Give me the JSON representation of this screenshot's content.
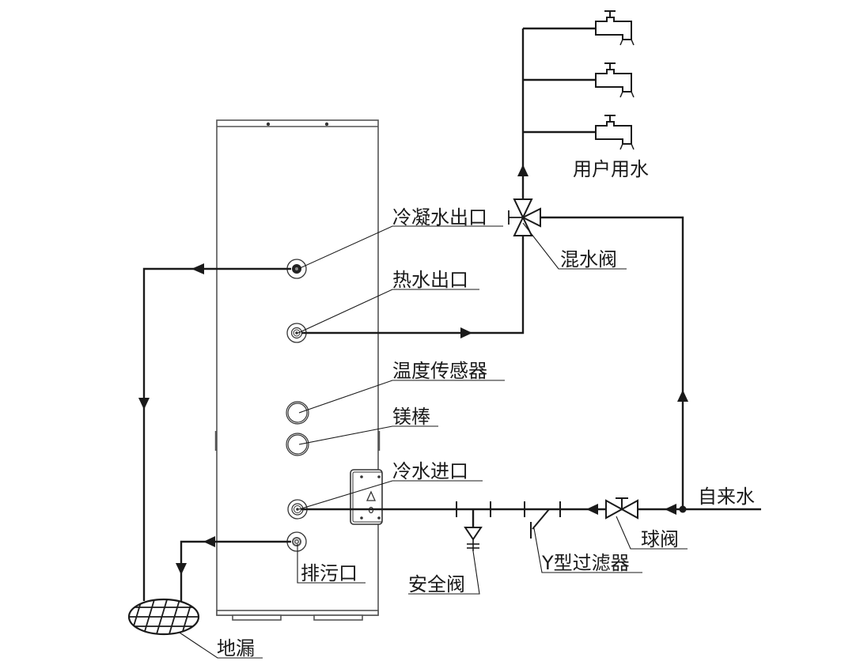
{
  "diagram": {
    "title": "热泵热水器水路连接示意图",
    "labels": {
      "condensate_outlet": "冷凝水出口",
      "hot_water_outlet": "热水出口",
      "temperature_sensor": "温度传感器",
      "magnesium_rod": "镁棒",
      "cold_water_inlet": "冷水进口",
      "drain_outlet": "排污口",
      "floor_drain": "地漏",
      "safety_valve": "安全阀",
      "y_strainer": "Y型过滤器",
      "ball_valve": "球阀",
      "tap_water": "自来水",
      "mixing_valve": "混水阀",
      "user_water": "用户用水"
    },
    "components": [
      {
        "id": "tank",
        "name": "water-tank"
      },
      {
        "id": "taps",
        "name": "faucet",
        "count": 3
      },
      {
        "id": "mixing_valve",
        "name": "three-way-mixing-valve"
      },
      {
        "id": "ball_valve",
        "name": "ball-valve"
      },
      {
        "id": "y_strainer",
        "name": "y-strainer"
      },
      {
        "id": "safety_valve",
        "name": "safety-valve"
      },
      {
        "id": "floor_drain",
        "name": "floor-drain"
      }
    ],
    "flows": [
      {
        "from": "冷凝水出口",
        "to": "地漏"
      },
      {
        "from": "排污口",
        "to": "地漏"
      },
      {
        "from": "热水出口",
        "to": "混水阀"
      },
      {
        "from": "自来水",
        "to": "混水阀"
      },
      {
        "from": "自来水",
        "to": "冷水进口",
        "via": [
          "球阀",
          "Y型过滤器",
          "安全阀"
        ]
      },
      {
        "from": "混水阀",
        "to": "用户用水"
      }
    ]
  }
}
